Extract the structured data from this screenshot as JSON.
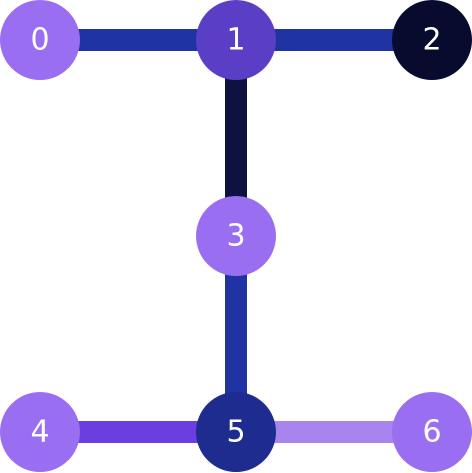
{
  "graph": {
    "nodes": [
      {
        "id": "0",
        "label": "0",
        "color": "#9a6ef0"
      },
      {
        "id": "1",
        "label": "1",
        "color": "#5a3fc6"
      },
      {
        "id": "2",
        "label": "2",
        "color": "#070b2e"
      },
      {
        "id": "3",
        "label": "3",
        "color": "#9a6ef0"
      },
      {
        "id": "4",
        "label": "4",
        "color": "#9a6ef0"
      },
      {
        "id": "5",
        "label": "5",
        "color": "#1e2b8f"
      },
      {
        "id": "6",
        "label": "6",
        "color": "#9a6ef0"
      }
    ],
    "edges": [
      {
        "source": "0",
        "target": "1",
        "color": "#1f33a3"
      },
      {
        "source": "1",
        "target": "2",
        "color": "#1f33a3"
      },
      {
        "source": "1",
        "target": "3",
        "color": "#0d1240"
      },
      {
        "source": "3",
        "target": "5",
        "color": "#1f33a3"
      },
      {
        "source": "4",
        "target": "5",
        "color": "#6a3ee0"
      },
      {
        "source": "5",
        "target": "6",
        "color": "#a884ee"
      }
    ]
  }
}
